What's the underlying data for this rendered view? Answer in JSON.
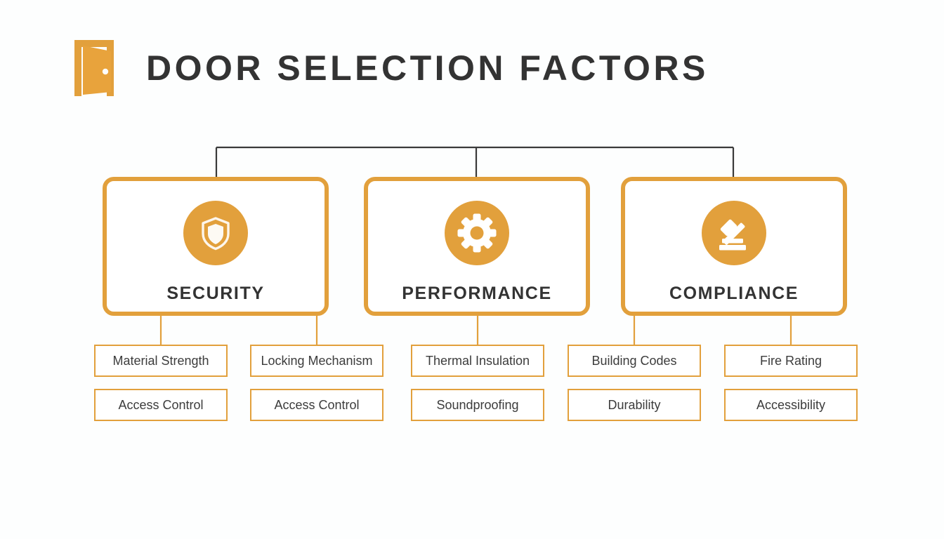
{
  "header": {
    "title": "DOOR SELECTION FACTORS",
    "icon": "open-door-icon"
  },
  "colors": {
    "accent_orange": "#e2a03c",
    "title_dark": "#333333",
    "connector_dark": "#3a3a3a",
    "background": "#fdfefe",
    "card_fill": "#ffffff",
    "sub_text": "#3c3c3c"
  },
  "cards": [
    {
      "label": "SECURITY",
      "icon": "shield-icon"
    },
    {
      "label": "PERFORMANCE",
      "icon": "gear-icon"
    },
    {
      "label": "COMPLIANCE",
      "icon": "gavel-icon"
    }
  ],
  "sub_columns": [
    {
      "items": [
        "Material Strength",
        "Access Control"
      ]
    },
    {
      "items": [
        "Locking Mechanism",
        "Access Control"
      ]
    },
    {
      "items": [
        "Thermal Insulation",
        "Soundproofing"
      ]
    },
    {
      "items": [
        "Building Codes",
        "Durability"
      ]
    },
    {
      "items": [
        "Fire Rating",
        "Accessibility"
      ]
    }
  ]
}
